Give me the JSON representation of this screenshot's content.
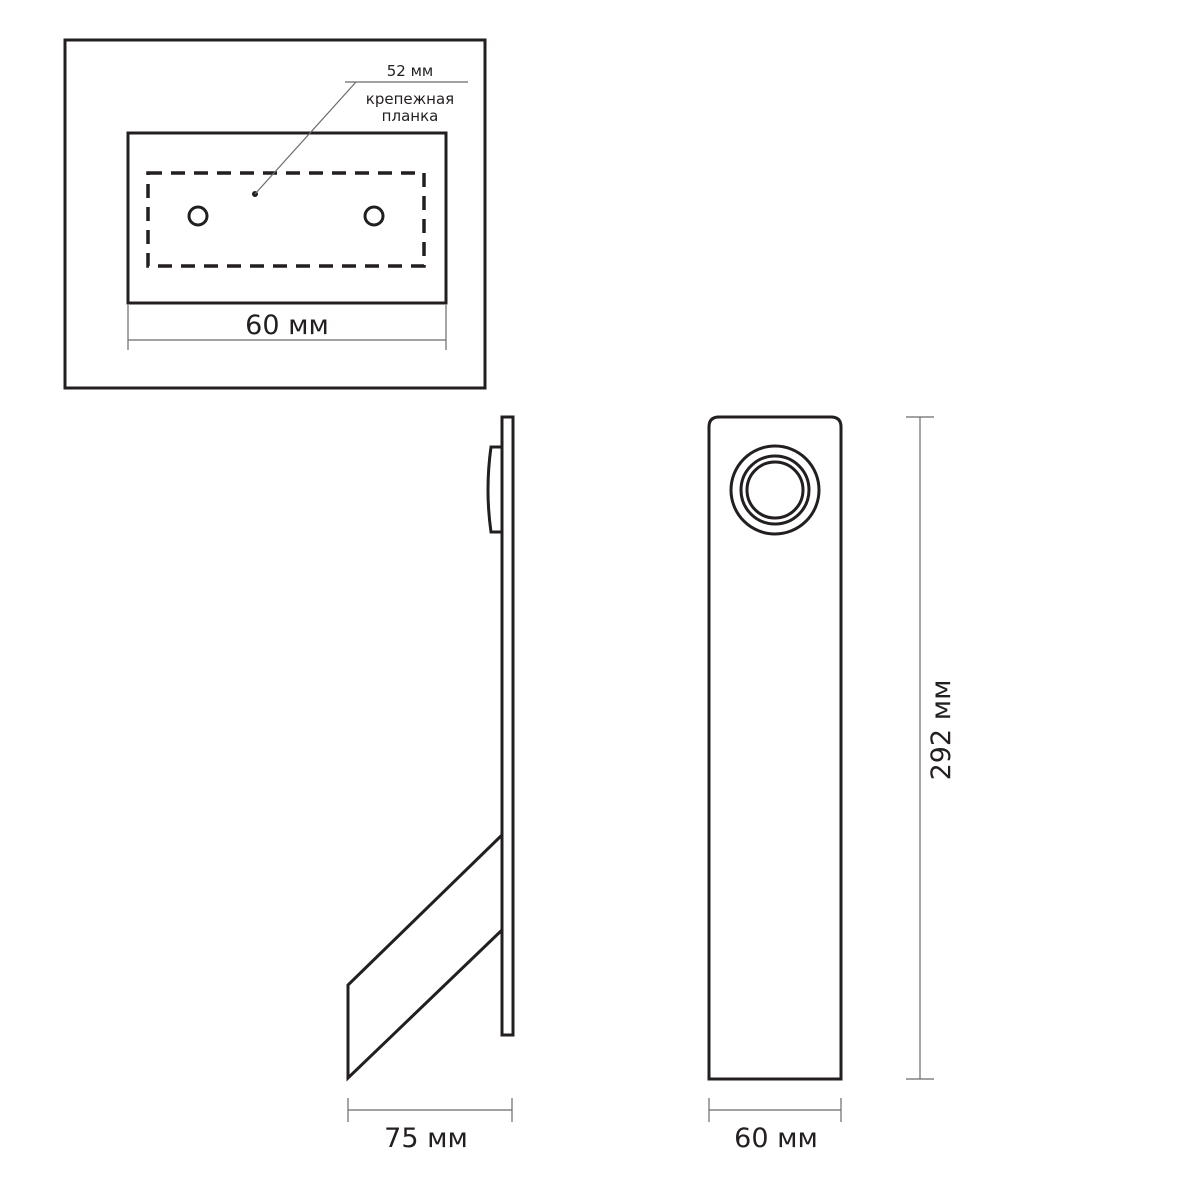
{
  "labels": {
    "plate_width": "52 мм",
    "plate_name_line1": "крепежная",
    "plate_name_line2": "планка",
    "top_width": "60 мм",
    "side_depth": "75 мм",
    "front_width": "60 мм",
    "front_height": "292 мм"
  },
  "colors": {
    "line": "#231f20",
    "dimension": "#6b6b6b",
    "background": "#ffffff"
  }
}
